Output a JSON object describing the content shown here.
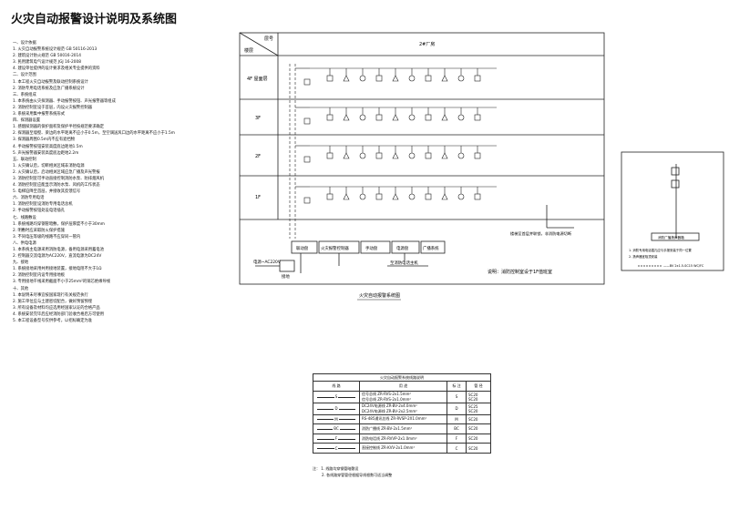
{
  "title": "火灾自动报警设计说明及系统图",
  "notes": [
    "一、设计依据",
    "1. 火灾自动报警系统设计规范        GB 50116-2013",
    "2. 建筑设计防火规范                GB 50016-2014",
    "3. 民用建筑电气设计规范            JGJ 16-2008",
    "4. 建设单位提供的设计要求及相关专业提供的资料",
    "二、设计范围",
    "1. 本工程火灾自动报警及联动控制系统设计",
    "2. 消防专用电话系统及应急广播系统设计",
    "三、系统组成",
    "1. 本系统由火灾探测器、手动报警按钮、声光报警器等组成",
    "2. 消防控制室设于首层，内设火灾报警控制器",
    "3. 系统采用集中报警系统形式",
    "四、探测器设置",
    "1. 感烟探测器的保护面积及保护半径按规范要求确定",
    "2. 探测器至墙壁、梁边的水平距离不应小于0.5m，至空调送风口边的水平距离不应小于1.5m",
    "3. 探测器周围0.5m内不应有遮挡物",
    "4. 手动报警按钮安装高度底边距地1.5m",
    "5. 声光报警器安装高度底边距地2.2m",
    "五、联动控制",
    "1. 火灾确认后，切断相关区域非消防电源",
    "2. 火灾确认后，启动相关区域应急广播及声光警报",
    "3. 消防控制室可手动直接控制消防水泵、防排烟风机",
    "4. 消防控制室应能显示消防水泵、风机的工作状态",
    "5. 电梯迫降至首层，并接收其反馈信号",
    "六、消防专用电话",
    "1. 消防控制室设消防专用电话总机",
    "2. 手动报警按钮处设电话插孔",
    "七、线路敷设",
    "1. 系统线路均穿钢管暗敷，保护层厚度不小于30mm",
    "2. 明敷时应采取防火保护措施",
    "3. 不同电压等级的线路不应穿同一管内",
    "八、供电电源",
    "1. 本系统主电源采用消防电源，备用电源采用蓄电池",
    "2. 控制器交流电源为AC220V，直流电源为DC24V",
    "九、接地",
    "1. 系统接地采用共用接地装置，接地电阻不大于1Ω",
    "2. 消防控制室内设专用接地板",
    "3. 专用接地干线采用截面不小于25mm²的铜芯绝缘导线",
    "十、其他",
    "1. 本说明未尽事宜按国家现行有关规范执行",
    "2. 施工单位应与土建密切配合，做好预留预埋",
    "3. 所有设备及材料均应选用经国家认证的合格产品",
    "4. 系统安装完毕后应经消防部门验收合格后方可使用",
    "5. 本工程设备型号仅供参考，以招标确定为准"
  ],
  "riser": {
    "header_left": "楼层",
    "header_top": "层号",
    "header_col": "2#厂房",
    "floors": [
      "4F 屋面层",
      "3F",
      "2F",
      "1F"
    ],
    "control_boxes": [
      "联动盘",
      "火灾报警控制器",
      "手动盘",
      "电源盘",
      "广播系统"
    ],
    "power_label": "电源~AC220V",
    "firephone_label": "至消防电话主机",
    "grounding_label": "接地",
    "remark_label": "说明：消防控制室设于1F值班室",
    "right_label": "楼梯至首层并联锁，非消防电源切断",
    "caption": "火灾自动报警系统图"
  },
  "detail": {
    "box_label": "消防广播扬声器箱",
    "notes": [
      "1. 消防专用电话插孔应与手报安装于同一位置",
      "2. 扬声器宜吸顶安装"
    ],
    "line_label": "——BV 2x1.5-SC15 WC/FC"
  },
  "legend": {
    "title": "火灾自动报警系统线路说明",
    "headers": [
      "线 路",
      "用 途",
      "标 注",
      "管 径"
    ],
    "rows": [
      {
        "code": "S",
        "use": "信号总线    ZR-RVS-2x1.5mm²",
        "use2": "信号总线    ZR-RVS-2x1.0mm²",
        "mark": "S",
        "pipe": "SC20",
        "pipe2": "SC20"
      },
      {
        "code": "D",
        "use": "DC24V电源线    ZR-BV-2x4.0mm²",
        "use2": "DC24V电源线    ZR-BV-2x2.5mm²",
        "mark": "D",
        "pipe": "SC25",
        "pipe2": "SC20"
      },
      {
        "code": "M",
        "use": "RS-485通讯总线  ZR-RVSP-2X1.0mm²",
        "use2": "",
        "mark": "M",
        "pipe": "SC20",
        "pipe2": ""
      },
      {
        "code": "BC",
        "use": "消防广播线    ZR-BV-2x1.5mm²",
        "use2": "",
        "mark": "BC",
        "pipe": "SC20",
        "pipe2": ""
      },
      {
        "code": "F",
        "use": "消防电话线  ZR-RVVP-2x1.0mm²",
        "use2": "",
        "mark": "F",
        "pipe": "SC20",
        "pipe2": ""
      },
      {
        "code": "C",
        "use": "直接控制线  ZR-KVV-2x1.0mm²",
        "use2": "",
        "mark": "C",
        "pipe": "SC20",
        "pipe2": ""
      }
    ],
    "footer": [
      "注： 1. 线路均穿钢管暗敷设",
      "2. 各线路穿管管径根据导线根数可适当调整"
    ]
  }
}
